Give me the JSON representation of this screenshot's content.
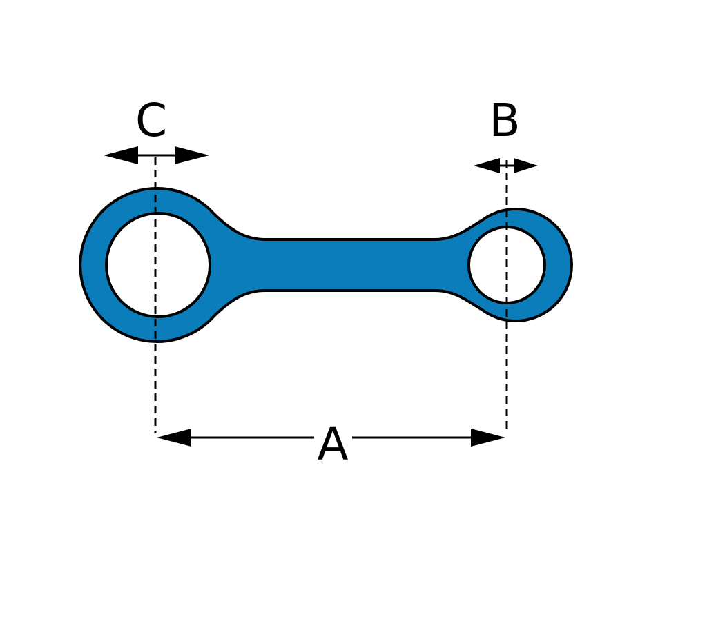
{
  "labels": {
    "center_distance": "A",
    "small_end_bore": "B",
    "big_end_bore": "C"
  },
  "colors": {
    "rod_fill": "#0c7dbb",
    "outline": "#000000",
    "background": "#ffffff",
    "bore_fill": "#ffffff"
  }
}
